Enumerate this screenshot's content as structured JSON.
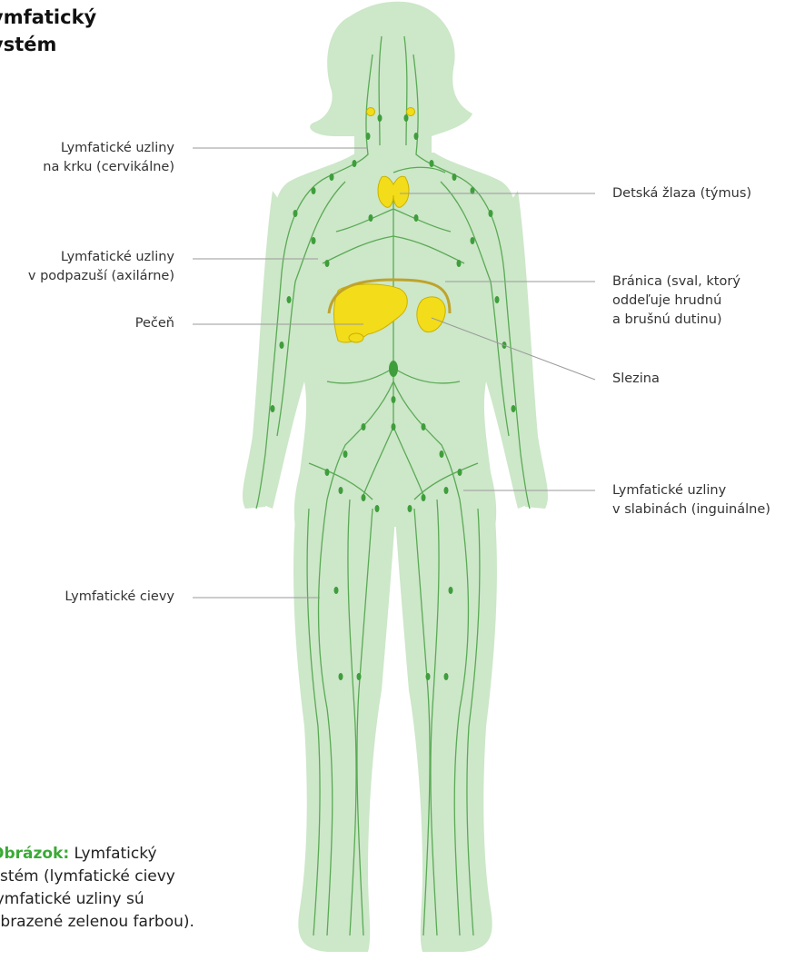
{
  "title": {
    "line1": "ymfatický",
    "line2": "ystém"
  },
  "labels": {
    "cervical": {
      "line1": "Lymfatické uzliny",
      "line2": "na krku (cervikálne)"
    },
    "axillary": {
      "line1": "Lymfatické uzliny",
      "line2": "v podpazuší (axilárne)"
    },
    "liver": {
      "line1": "Pečeň"
    },
    "vessels": {
      "line1": "Lymfatické cievy"
    },
    "thymus": {
      "line1": "Detská žlaza (týmus)"
    },
    "diaphragm": {
      "line1": "Bránica (sval, ktorý",
      "line2": "oddeľuje hrudnú",
      "line3": "a brušnú dutinu)"
    },
    "spleen": {
      "line1": "Slezina"
    },
    "inguinal": {
      "line1": "Lymfatické uzliny",
      "line2": "v slabinách (inguinálne)"
    }
  },
  "caption": {
    "head": "Obrázok:",
    "text1": " Lymfatický",
    "line2": "ystém (lymfatické cievy",
    "line3": " lymfatické uzliny sú",
    "line4": "obrazené zelenou farbou)."
  },
  "colors": {
    "body": "#cde7c9",
    "vessel": "#5aaa55",
    "node": "#3f9e3c",
    "organ": "#f3dc19",
    "organ_outline": "#c8b200",
    "diaphragm": "#bfa32a",
    "leader": "#9a9a9a",
    "caption_head": "#3aaa35"
  }
}
